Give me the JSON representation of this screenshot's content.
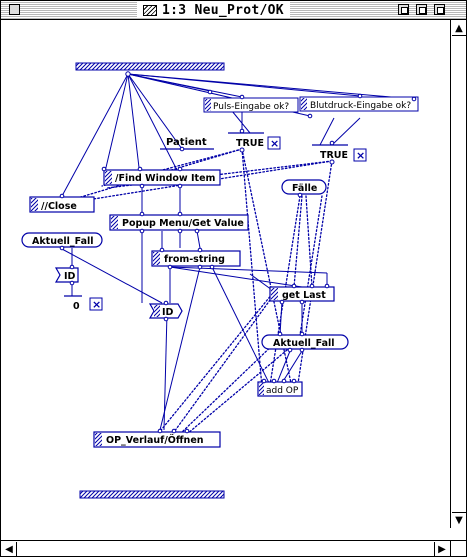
{
  "window": {
    "title": "1:3 Neu_Prot/OK"
  },
  "diagram": {
    "nodes": {
      "puls": "Puls-Eingabe ok?",
      "blutdruck": "Blutdruck-Eingabe ok?",
      "patient": "Patient",
      "true1": "TRUE",
      "true2": "TRUE",
      "find_window": "/Find Window Item",
      "close": "//Close",
      "faelle": "Fälle",
      "popup": "Popup Menu/Get Value",
      "aktuell_fall_1": "Aktuell_Fall",
      "from_string": "from-string",
      "id_flag": "ID",
      "zero": "0",
      "get_last": "get Last",
      "id_node": "ID",
      "aktuell_fall_2": "Aktuell_Fall",
      "add_op": "add OP",
      "op_verlauf": "OP_Verlauf/Öffnen"
    },
    "x_mark": "×"
  },
  "colors": {
    "line": "#0000a8",
    "ink": "#000000",
    "background": "#ffffff"
  }
}
